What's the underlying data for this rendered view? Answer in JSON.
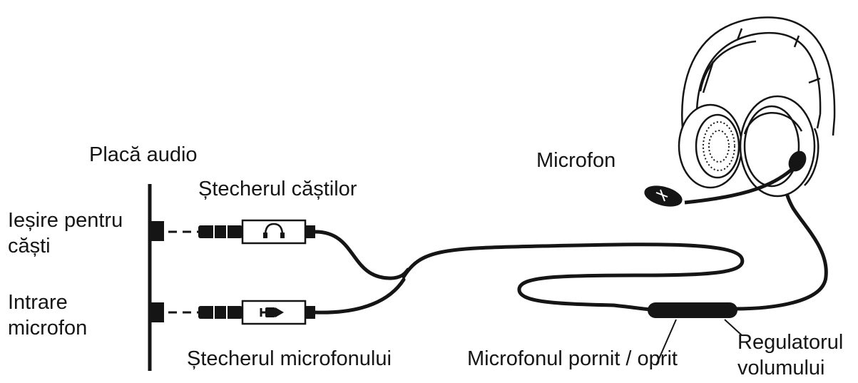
{
  "labels": {
    "sound_card": "Placă audio",
    "headphone_plug": "Ștecherul căștilor",
    "microphone": "Microfon",
    "headphone_out_line1": "Ieșire pentru",
    "headphone_out_line2": "căști",
    "mic_in_line1": "Intrare",
    "mic_in_line2": "microfon",
    "mic_plug": "Ștecherul microfonului",
    "mic_switch": "Microfonul pornit / oprit",
    "volume_line1": "Regulatorul",
    "volume_line2": "volumului"
  },
  "icons": {
    "headphone_plug_icon": "headphones-icon",
    "mic_plug_icon": "microphone-icon"
  },
  "colors": {
    "ink": "#151515",
    "background": "#ffffff"
  }
}
